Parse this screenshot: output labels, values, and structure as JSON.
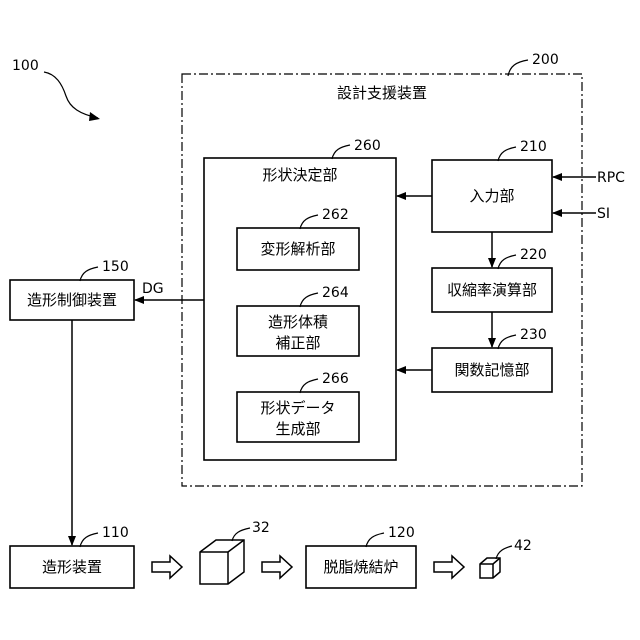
{
  "diagram": {
    "system_ref": "100",
    "design_support": {
      "ref": "200",
      "title": "設計支援装置"
    },
    "shape_determination": {
      "ref": "260",
      "title": "形状決定部"
    },
    "deformation_analysis": {
      "ref": "262",
      "label": "変形解析部"
    },
    "volume_correction": {
      "ref": "264",
      "label_line1": "造形体積",
      "label_line2": "補正部"
    },
    "shape_data_generation": {
      "ref": "266",
      "label_line1": "形状データ",
      "label_line2": "生成部"
    },
    "input_unit": {
      "ref": "210",
      "label": "入力部"
    },
    "shrinkage_calc": {
      "ref": "220",
      "label": "収縮率演算部"
    },
    "function_storage": {
      "ref": "230",
      "label": "関数記憶部"
    },
    "fabrication_control": {
      "ref": "150",
      "label": "造形制御装置"
    },
    "fabrication_device": {
      "ref": "110",
      "label": "造形装置"
    },
    "sintering_furnace": {
      "ref": "120",
      "label": "脱脂焼結炉"
    },
    "green_body": {
      "ref": "32"
    },
    "sintered_body": {
      "ref": "42"
    },
    "signals": {
      "rpc": "RPC",
      "si": "SI",
      "dg": "DG"
    }
  }
}
